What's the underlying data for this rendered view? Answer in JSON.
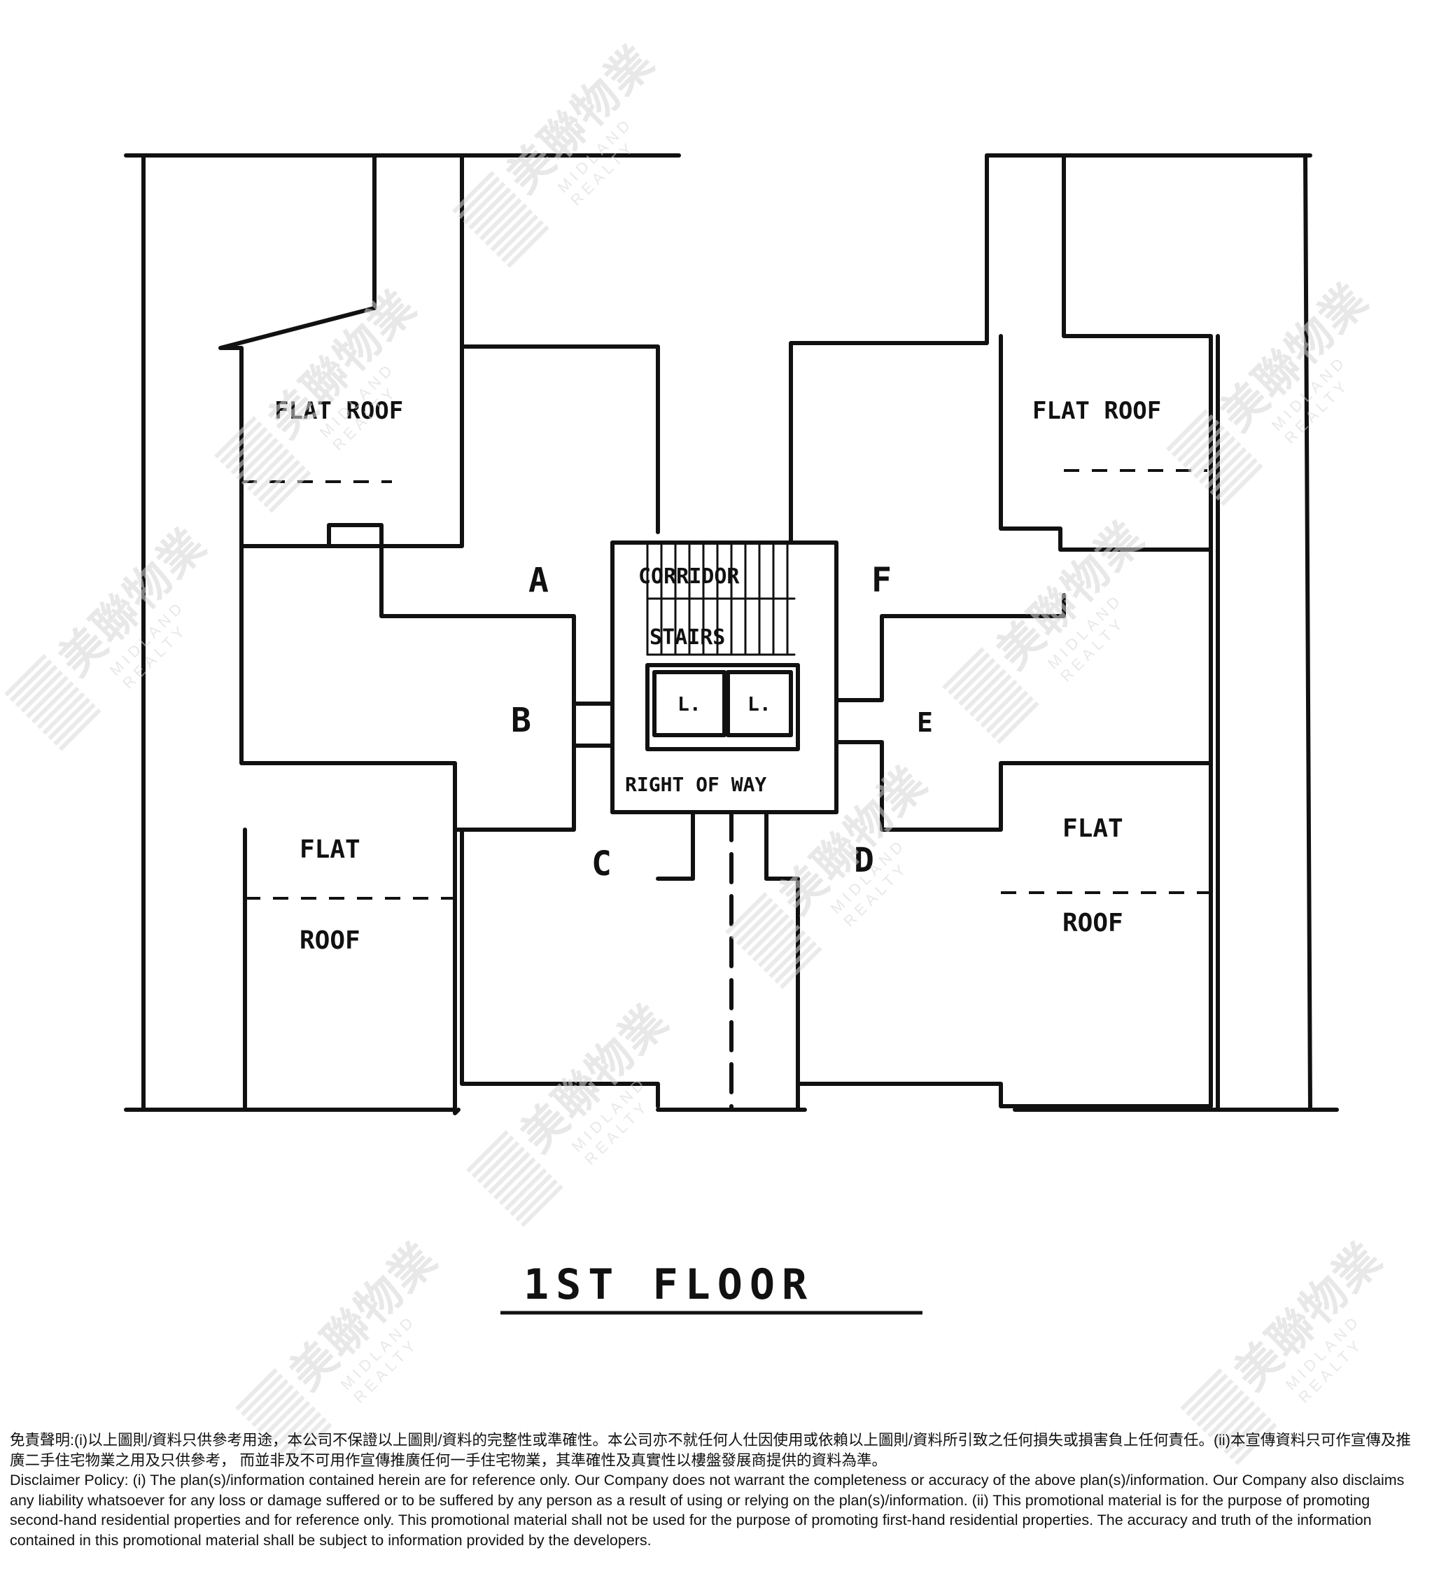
{
  "plan": {
    "title": "1ST FLOOR",
    "units": {
      "a": "A",
      "b": "B",
      "c": "C",
      "d": "D",
      "e": "E",
      "f": "F"
    },
    "core": {
      "corridor": "CORRIDOR",
      "stairs": "STAIRS",
      "lift_1": "L.",
      "lift_2": "L.",
      "right_of_way": "RIGHT OF WAY"
    },
    "flat_roof_top_left": "FLAT ROOF",
    "flat_roof_top_right": "FLAT ROOF",
    "flat_roof_bottom_left_1": "FLAT",
    "flat_roof_bottom_left_2": "ROOF",
    "flat_roof_bottom_right_1": "FLAT",
    "flat_roof_bottom_right_2": "ROOF"
  },
  "watermark": {
    "chinese": "美聯物業",
    "english": "MIDLAND REALTY"
  },
  "disclaimer": {
    "chinese": "免責聲明:(i)以上圖則/資料只供參考用途，本公司不保證以上圖則/資料的完整性或準確性。本公司亦不就任何人仕因使用或依賴以上圖則/資料所引致之任何損失或損害負上任何責任。(ii)本宣傳資料只可作宣傳及推廣二手住宅物業之用及只供參考， 而並非及不可用作宣傳推廣任何一手住宅物業，其準確性及真實性以樓盤發展商提供的資料為準。",
    "english": "Disclaimer Policy: (i) The plan(s)/information contained herein are for reference only. Our Company does not warrant the completeness or accuracy of the above plan(s)/information. Our Company also disclaims any liability whatsoever for any loss or damage suffered or to be suffered by any person as a result of using or relying on the plan(s)/information. (ii) This promotional material is for the purpose of promoting second-hand residential properties and for reference only. This promotional material shall not be used for the purpose of promoting first-hand residential properties. The accuracy and truth of the information contained in this promotional material shall be subject to information provided by the developers."
  }
}
